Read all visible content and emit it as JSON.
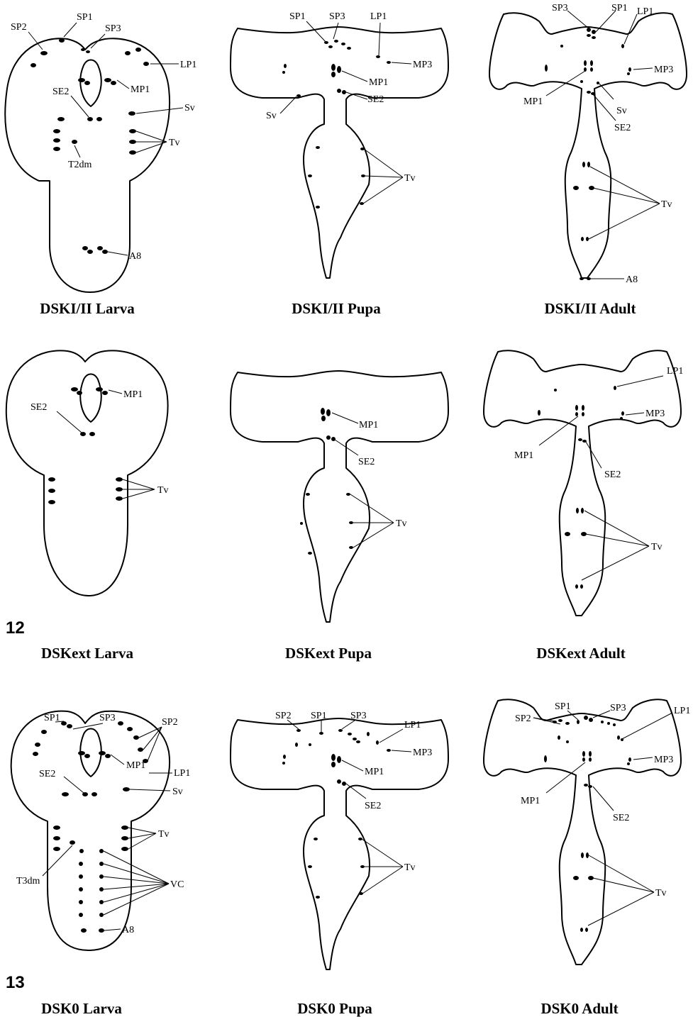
{
  "figure_numbers": {
    "fig12": "12",
    "fig13": "13"
  },
  "titles": {
    "r1_larva": "DSKI/II Larva",
    "r1_pupa": "DSKI/II Pupa",
    "r1_adult": "DSKI/II Adult",
    "r2_larva": "DSKext Larva",
    "r2_pupa": "DSKext Pupa",
    "r2_adult": "DSKext Adult",
    "r3_larva": "DSK0 Larva",
    "r3_pupa": "DSK0 Pupa",
    "r3_adult": "DSK0 Adult"
  },
  "labels": {
    "SP1": "SP1",
    "SP2": "SP2",
    "SP3": "SP3",
    "LP1": "LP1",
    "MP1": "MP1",
    "MP3": "MP3",
    "SE2": "SE2",
    "Sv": "Sv",
    "Tv": "Tv",
    "T2dm": "T2dm",
    "T3dm": "T3dm",
    "A8": "A8",
    "VC": "VC"
  }
}
